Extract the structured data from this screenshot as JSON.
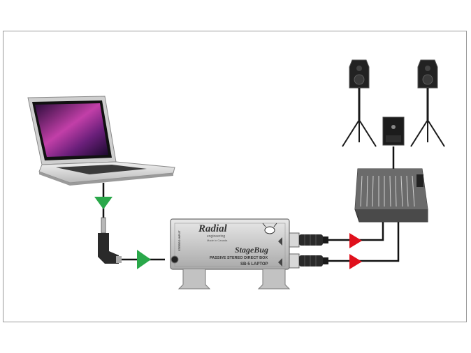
{
  "device": {
    "brand": "Radial",
    "brand_sub": "engineering",
    "made_in": "Made in Canada",
    "product_name": "StageBug",
    "description": "PASSIVE STEREO DIRECT BOX",
    "model": "SB-5 LAPTOP",
    "input_label": "STEREO INPUT"
  },
  "colors": {
    "input_arrow": "#2aa84a",
    "output_arrow": "#e0101c",
    "cable": "#111111"
  }
}
